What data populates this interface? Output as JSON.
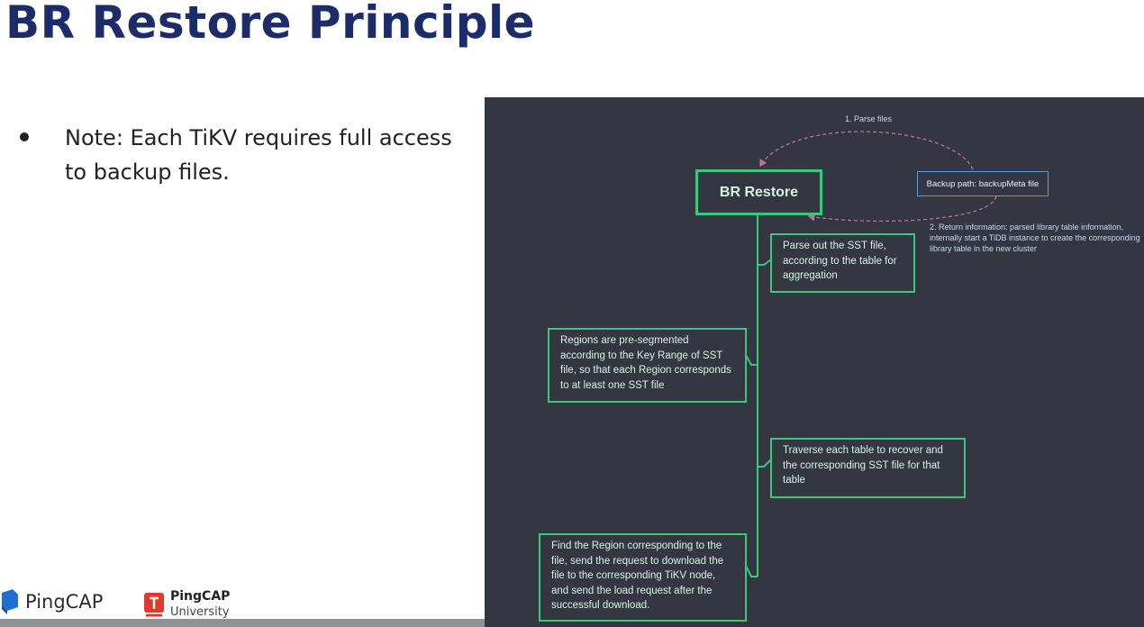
{
  "slide": {
    "title": "BR Restore Principle",
    "bullet": "Note: Each TiKV requires full access to backup files."
  },
  "diagram": {
    "main_node": "BR Restore",
    "backup_node": "Backup path: backupMeta file",
    "edge_parse": "1. Parse files",
    "edge_return": "2. Return information: parsed library table information, internally start a TiDB instance to create the corresponding library table in the new cluster",
    "steps": [
      "Parse out the SST file, according to the table for aggregation",
      "Regions are pre-segmented according to the Key Range of SST file, so that each Region corresponds to at least one SST file",
      "Traverse each table to recover and the corresponding SST file for that table",
      "Find the Region corresponding to the file, send the request to download the file to the corresponding TiKV node, and send the load request after the successful download."
    ],
    "colors": {
      "panel_bg": "#343742",
      "node_border": "#3ec67a",
      "backup_border": "#5b9bd5",
      "dashed_arrow": "#c06fa0",
      "title": "#1c2c6b"
    }
  },
  "footer": {
    "logo1": "PingCAP",
    "logo2_name": "PingCAP",
    "logo2_sub": "University"
  }
}
